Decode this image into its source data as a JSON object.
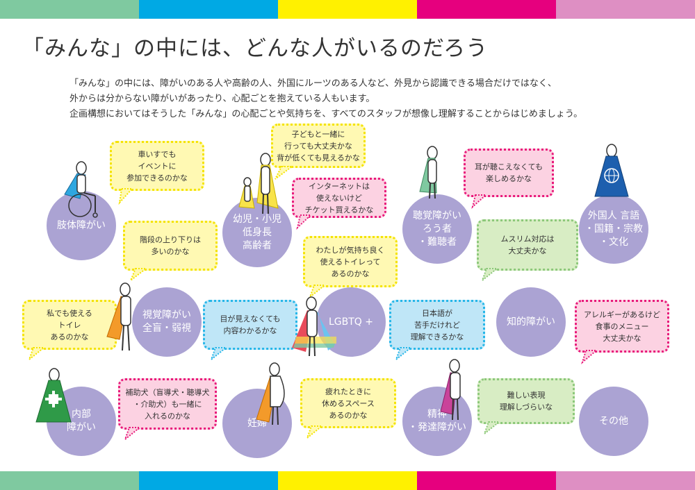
{
  "colors": {
    "band": [
      "#7fc9a0",
      "#00a9e4",
      "#fff100",
      "#e6007e",
      "#de8fc3"
    ],
    "circle": "#aba3d3",
    "yellow": "#f4e300",
    "pink": "#e8197a",
    "blue": "#25b6e8",
    "green": "#8cc87a"
  },
  "title": "「みんな」の中には、どんな人がいるのだろう",
  "intro": [
    "「みんな」の中には、障がいのある人や高齢の人、外国にルーツのある人など、外見から認識できる場合だけではなく、",
    "外からは分からない障がいがあったり、心配ごとを抱えている人もいます。",
    "企画構想においてはそうした「みんな」の心配ごとや気持ちを、すべてのスタッフが想像し理解することからはじめましょう。"
  ],
  "circles": {
    "physical": "肢体障がい",
    "children": "幼児・小児\n低身長\n高齢者",
    "hearing": "聴覚障がい\nろう者\n・難聴者",
    "foreign": "外国人 言語\n・国籍・宗教\n・文化",
    "visual": "視覚障がい\n全盲・弱視",
    "lgbtq": "LGBTQ +",
    "intellectual": "知的障がい",
    "internal": "内部\n障がい",
    "pregnant": "妊婦",
    "mental": "精神\n・発達障がい",
    "other": "その他"
  },
  "bubbles": {
    "wheelchair": "車いすでも\nイベントに\n参加できるのかな",
    "kids": "子どもと一緒に\n行っても大丈夫かな\n背が低くても見えるかな",
    "internet": "インターネットは\n使えないけど\nチケット買えるかな",
    "ear": "耳が聴こえなくても\n楽しめるかな",
    "stairs": "階段の上り下りは\n多いのかな",
    "toilet_lgbt": "わたしが気持ち良く\n使えるトイレって\nあるのかな",
    "muslim": "ムスリム対応は\n大丈夫かな",
    "toilet_me": "私でも使える\nトイレ\nあるのかな",
    "eyes": "目が見えなくても\n内容わかるかな",
    "japanese": "日本語が\n苦手だけれど\n理解できるかな",
    "allergy": "アレルギーがあるけど\n食事のメニュー\n大丈夫かな",
    "assist_dog": "補助犬（盲導犬・聴導犬\n・介助犬）も一緒に\n入れるのかな",
    "rest": "疲れたときに\n休めるスペース\nあるのかな",
    "difficult": "難しい表現\n理解しづらいな"
  }
}
